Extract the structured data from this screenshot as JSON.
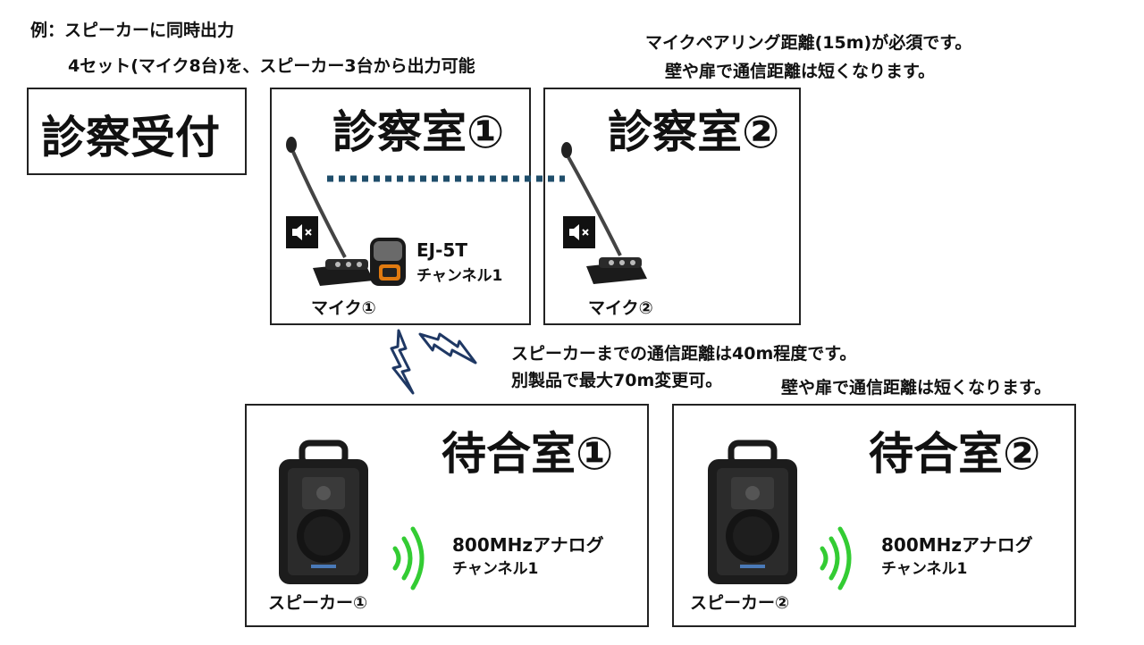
{
  "notes": {
    "example_line1": "例：スピーカーに同時出力",
    "example_line2": "4セット(マイク8台)を、スピーカー3台から出力可能",
    "pairing_line1": "マイクペアリング距離(15m)が必須です。",
    "pairing_line2": "壁や扉で通信距離は短くなります。",
    "comm_line1": "スピーカーまでの通信距離は40m程度です。",
    "comm_line2": "別製品で最大70m変更可。",
    "comm_line3": "壁や扉で通信距離は短くなります。"
  },
  "reception": {
    "title": "診察受付"
  },
  "exam_room_1": {
    "title": "診察室①",
    "mic_label": "マイク①",
    "device_name": "EJ-5T",
    "channel": "チャンネル1"
  },
  "exam_room_2": {
    "title": "診察室②",
    "mic_label": "マイク②"
  },
  "waiting_room_1": {
    "title": "待合室①",
    "speaker_label": "スピーカー①",
    "signal": "800MHzアナログ",
    "channel": "チャンネル1"
  },
  "waiting_room_2": {
    "title": "待合室②",
    "speaker_label": "スピーカー②",
    "signal": "800MHzアナログ",
    "channel": "チャンネル1"
  },
  "icons": {
    "mute": "speaker-mute-icon",
    "wireless": "lightning-signal-icon",
    "broadcast": "radio-wave-icon"
  },
  "colors": {
    "pairing_dots": "#1f4e6b",
    "lightning": "#1f3864",
    "wave": "#33cc33",
    "channel_text": "#d21414"
  }
}
